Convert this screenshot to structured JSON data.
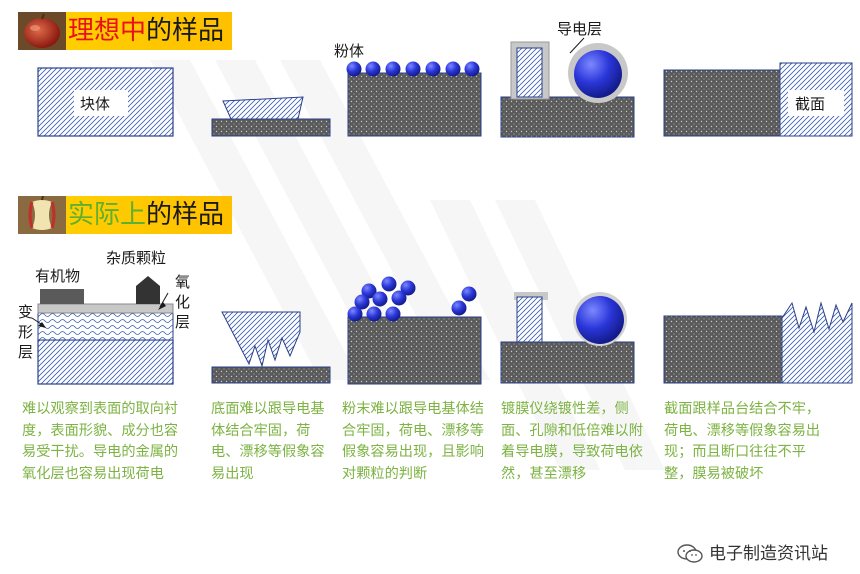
{
  "ideal": {
    "title_hl": "理想中",
    "title_rest": "的样品",
    "labels": {
      "bulk": "块体",
      "powder": "粉体",
      "coating": "导电层",
      "section": "截面"
    }
  },
  "actual": {
    "title_hl": "实际上",
    "title_rest": "的样品",
    "labels": {
      "organic": "有机物",
      "impurity": "杂质颗粒",
      "oxide": "氧化层",
      "deformed": "变形层"
    },
    "descriptions": [
      "难以观察到表面的取向衬度，表面形貌、成分也容易受干扰。导电的金属的氧化层也容易出现荷电",
      "底面难以跟导电基体结合牢固，荷电、漂移等假象容易出现",
      "粉末难以跟导电基体结合牢固，荷电、漂移等假象容易出现，且影响对颗粒的判断",
      "镀膜仪绕镀性差，侧面、孔隙和低倍难以附着导电膜，导致荷电依然，甚至漂移",
      "截面跟样品台结合不牢，荷电、漂移等假象容易出现；而且断口往往不平整，膜易被破坏"
    ]
  },
  "footer": {
    "text": "电子制造资讯站",
    "icon": "wechat-icon"
  },
  "colors": {
    "banner": "#ffc000",
    "title_red": "#e8101a",
    "title_green": "#5fb030",
    "desc_green": "#7cb342",
    "sphere_blue": "#2a36d8",
    "block_fill": "#5a5a5a"
  }
}
